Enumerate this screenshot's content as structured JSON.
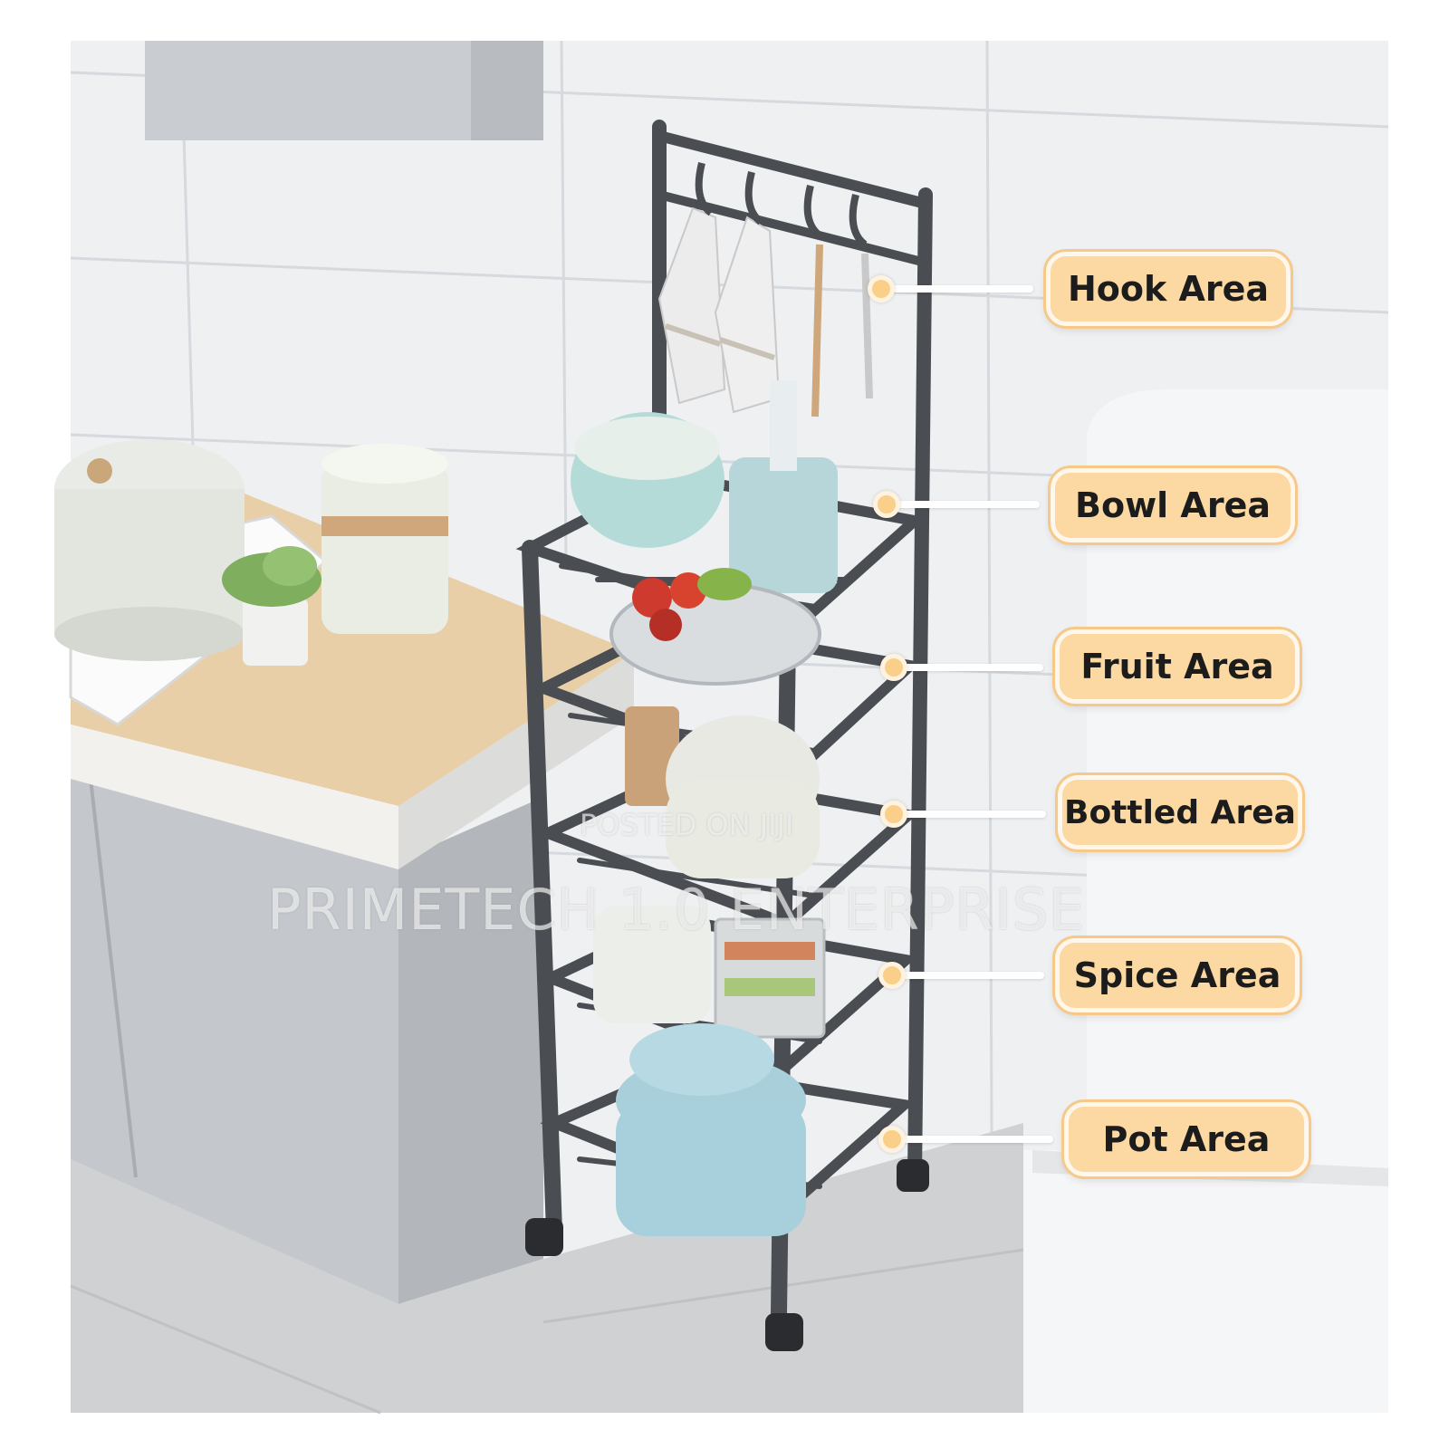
{
  "labels": {
    "hook": "Hook Area",
    "bowl": "Bowl Area",
    "fruit": "Fruit Area",
    "bottled": "Bottled Area",
    "spice": "Spice Area",
    "pot": "Pot Area"
  },
  "watermark": {
    "small": "POSTED ON JIJI",
    "large": "PRIMETECH 1.0 ENTERPRISE"
  },
  "colors": {
    "label_fill": "#fcd9a2",
    "rack_metal": "#4a4d52",
    "countertop": "#e8cfa8"
  }
}
